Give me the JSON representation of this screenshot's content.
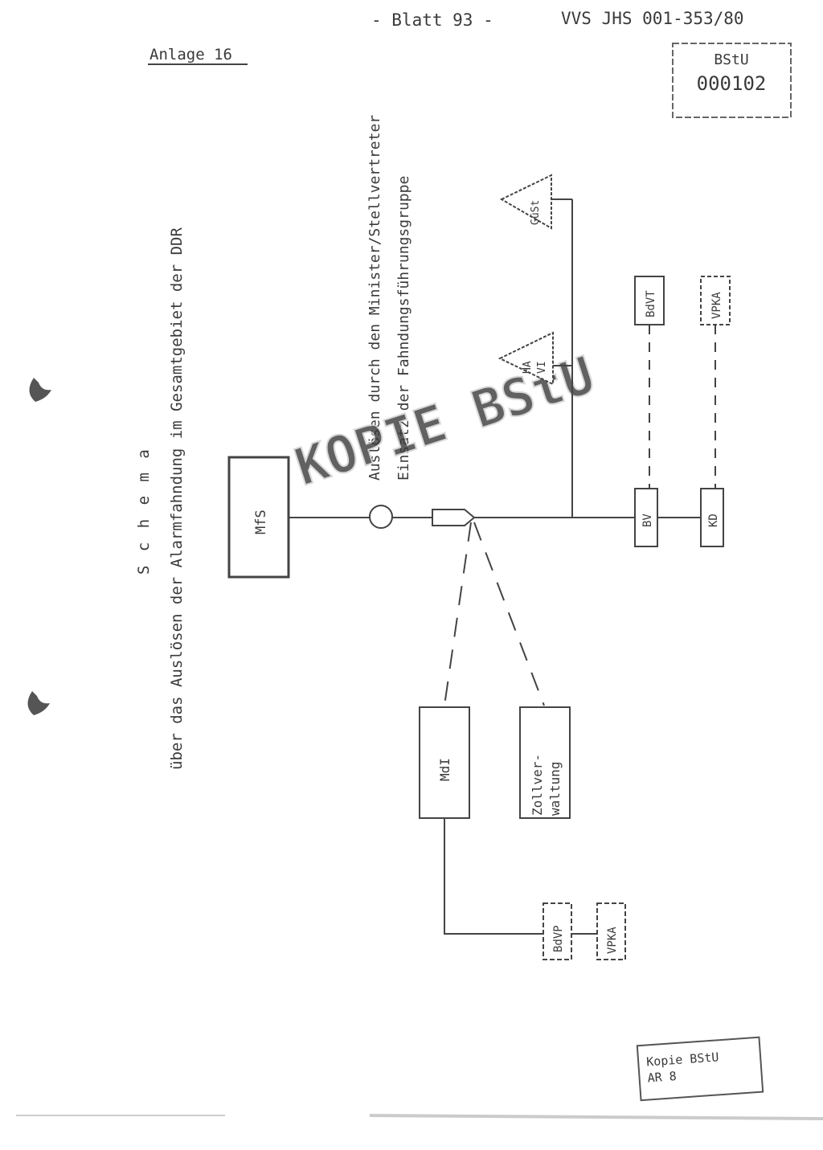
{
  "header": {
    "blatt": "- Blatt 93 -",
    "reference": "VVS JHS 001-353/80",
    "anlage": "Anlage 16"
  },
  "archive_stamp": {
    "org": "BStU",
    "number": "000102"
  },
  "title": {
    "line1": "S c h e m a",
    "line2": "über das Auslösen der Alarmfahndung im Gesamtgebiet der DDR"
  },
  "caption": {
    "line1": "Auslösen durch den Minister/Stellvertreter",
    "line2": "Einsatz der Fahndungsführungsgruppe"
  },
  "nodes": {
    "mfs": "MfS",
    "ha_vi_line1": "HA",
    "ha_vi_line2": "VI",
    "guest": "GüSt",
    "bdvt": "BdVT",
    "vpka_top": "VPKA",
    "bv": "BV",
    "kd": "KD",
    "mdi": "MdI",
    "zoll_line1": "Zollver-",
    "zoll_line2": "waltung",
    "bdvp": "BdVP",
    "vpka_bottom": "VPKA"
  },
  "watermark": "KOPIE BStU",
  "copy_stamp": {
    "line1": "Kopie BStU",
    "line2": "AR 8"
  }
}
